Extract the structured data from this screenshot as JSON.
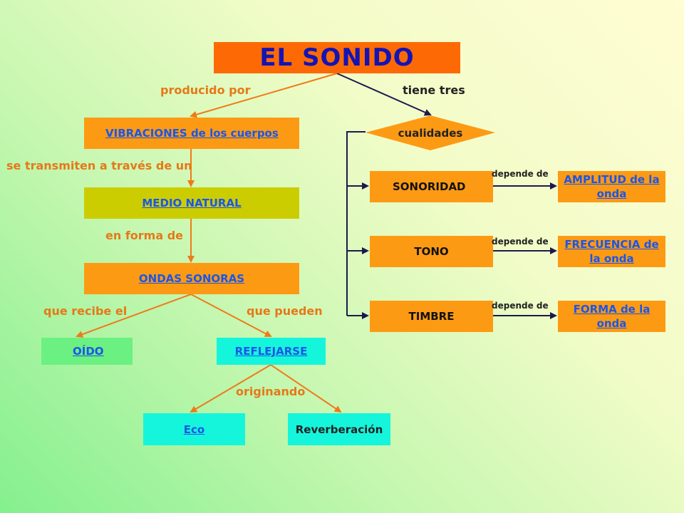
{
  "title": "EL SONIDO",
  "left_branch": {
    "label_produced": "producido por",
    "vibrations": "VIBRACIONES de los cuerpos",
    "label_transmit": "se transmiten a través de un",
    "medium": "MEDIO NATURAL",
    "label_form": "en forma de",
    "waves": "ONDAS SONORAS",
    "label_receive": "que recibe el",
    "label_can": "que pueden",
    "ear": "OÍDO",
    "reflect": "REFLEJARSE",
    "label_originating": "originando",
    "echo": "Eco",
    "reverb": "Reverberación"
  },
  "right_branch": {
    "label_three": "tiene tres",
    "qualities": "cualidades",
    "items": [
      {
        "quality": "SONORIDAD",
        "depends_label": "depende  de",
        "depends_on": "AMPLITUD de la onda"
      },
      {
        "quality": "TONO",
        "depends_label": "depende  de",
        "depends_on": "FRECUENCIA de la onda"
      },
      {
        "quality": "TIMBRE",
        "depends_label": "depende  de",
        "depends_on": "FORMA de la onda"
      }
    ]
  },
  "colors": {
    "title_bg": "#fd6a05",
    "title_text": "#1414b4",
    "orange_box": "#fd9a14",
    "olive_box": "#cccd00",
    "green_box": "#6bf082",
    "cyan_box": "#15f5dc",
    "link": "#1a56e8",
    "label_orange": "#e67819",
    "edge_orange": "#f07a1a",
    "edge_navy": "#1a1a4e"
  }
}
